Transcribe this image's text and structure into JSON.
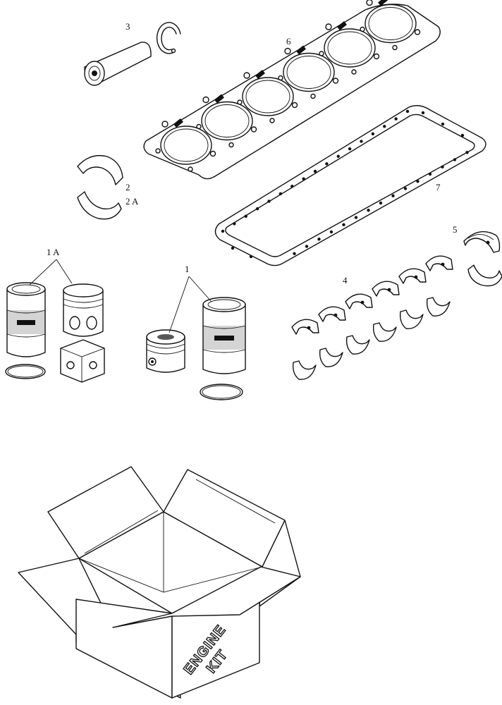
{
  "callouts": {
    "c1": "1",
    "c1a": "1 A",
    "c2": "2",
    "c2a": "2 A",
    "c3": "3",
    "c4": "4",
    "c5": "5",
    "c6": "6",
    "c7": "7"
  },
  "box_text": {
    "line1": "ENGINE",
    "line2": "KIT"
  }
}
